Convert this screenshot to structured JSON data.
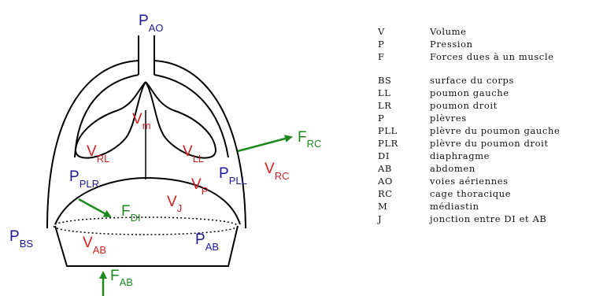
{
  "diagram": {
    "pressure_labels": {
      "ao": {
        "main": "P",
        "sub": "AO"
      },
      "plr": {
        "main": "P",
        "sub": "PLR"
      },
      "pll": {
        "main": "P",
        "sub": "PLL"
      },
      "bs": {
        "main": "P",
        "sub": "BS"
      },
      "ab": {
        "main": "P",
        "sub": "AB"
      }
    },
    "volume_labels": {
      "m": {
        "main": "V",
        "sub": "m"
      },
      "rl": {
        "main": "V",
        "sub": "RL"
      },
      "ll": {
        "main": "V",
        "sub": "LL"
      },
      "p": {
        "main": "V",
        "sub": "P"
      },
      "j": {
        "main": "V",
        "sub": "J"
      },
      "rc": {
        "main": "V",
        "sub": "RC"
      },
      "ab": {
        "main": "V",
        "sub": "AB"
      }
    },
    "force_labels": {
      "rc": {
        "main": "F",
        "sub": "RC"
      },
      "di": {
        "main": "F",
        "sub": "DI"
      },
      "ab": {
        "main": "F",
        "sub": "AB"
      }
    },
    "colors": {
      "pressure": "#1a1a9a",
      "volume": "#d42020",
      "force": "#1e8a1e",
      "outline": "#000000"
    }
  },
  "legend": {
    "group1": [
      {
        "abbr": "V",
        "desc": "Volume"
      },
      {
        "abbr": "P",
        "desc": "Pression"
      },
      {
        "abbr": "F",
        "desc": "Forces dues à un muscle"
      }
    ],
    "group2": [
      {
        "abbr": "BS",
        "desc": "surface du corps"
      },
      {
        "abbr": "LL",
        "desc": "poumon gauche"
      },
      {
        "abbr": "LR",
        "desc": "poumon droit"
      },
      {
        "abbr": "P",
        "desc": "plèvres"
      },
      {
        "abbr": "PLL",
        "desc": "plèvre du poumon gauche"
      },
      {
        "abbr": "PLR",
        "desc": "plèvre du poumon droit"
      },
      {
        "abbr": "DI",
        "desc": "diaphragme"
      },
      {
        "abbr": "AB",
        "desc": "abdomen"
      },
      {
        "abbr": "AO",
        "desc": "voies aériennes"
      },
      {
        "abbr": "RC",
        "desc": "cage thoracique"
      },
      {
        "abbr": "M",
        "desc": "médiastin"
      },
      {
        "abbr": "J",
        "desc": "jonction entre DI et AB"
      }
    ]
  }
}
